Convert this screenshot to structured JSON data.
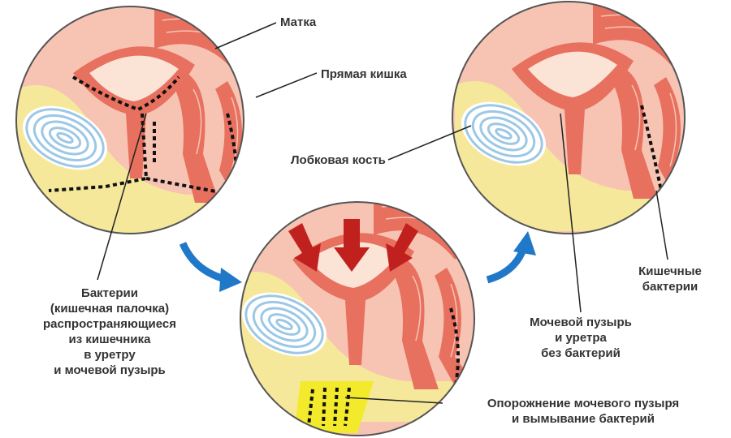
{
  "labels": {
    "uterus": "Матка",
    "rectum": "Прямая кишка",
    "pubic_bone": "Лобковая кость",
    "bacteria_spread": [
      "Бактерии",
      "(кишечная палочка)",
      "распространяющиеся",
      "из кишечника",
      "в уретру",
      "и мочевой пузырь"
    ],
    "clean_bladder": [
      "Мочевой пузырь",
      "и уретра",
      "без бактерий"
    ],
    "intestinal_bacteria": [
      "Кишечные",
      "бактерии"
    ],
    "emptying": [
      "Опорожнение мочевого пузыря",
      "и вымывание бактерий"
    ]
  },
  "colors": {
    "tissue": "#f4b5a3",
    "muscle": "#e8705f",
    "bone": "#f6e89a",
    "spiral": "#9cc8e6",
    "arrow_blue": "#1f78c8",
    "arrow_red": "#c0211e",
    "bacteria": "#111111",
    "urine": "#f2ea2a"
  }
}
